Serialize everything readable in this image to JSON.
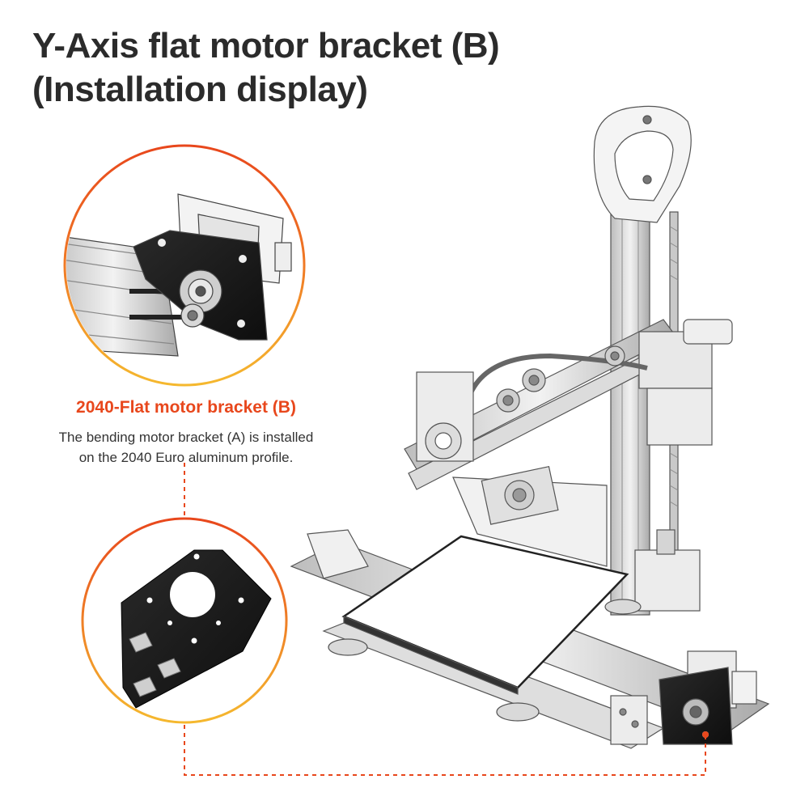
{
  "title": {
    "line1": "Y-Axis flat motor bracket (B)",
    "line2": "(Installation display)"
  },
  "caption": {
    "heading": "2040-Flat motor bracket (B)",
    "line1": "The bending motor bracket (A) is installed",
    "line2": "on the 2040 Euro aluminum profile."
  },
  "colors": {
    "accent": "#e8471c",
    "ring_top": "#f2a22a",
    "plate": "#1c1c1c",
    "frame": "#d6d6d6"
  }
}
